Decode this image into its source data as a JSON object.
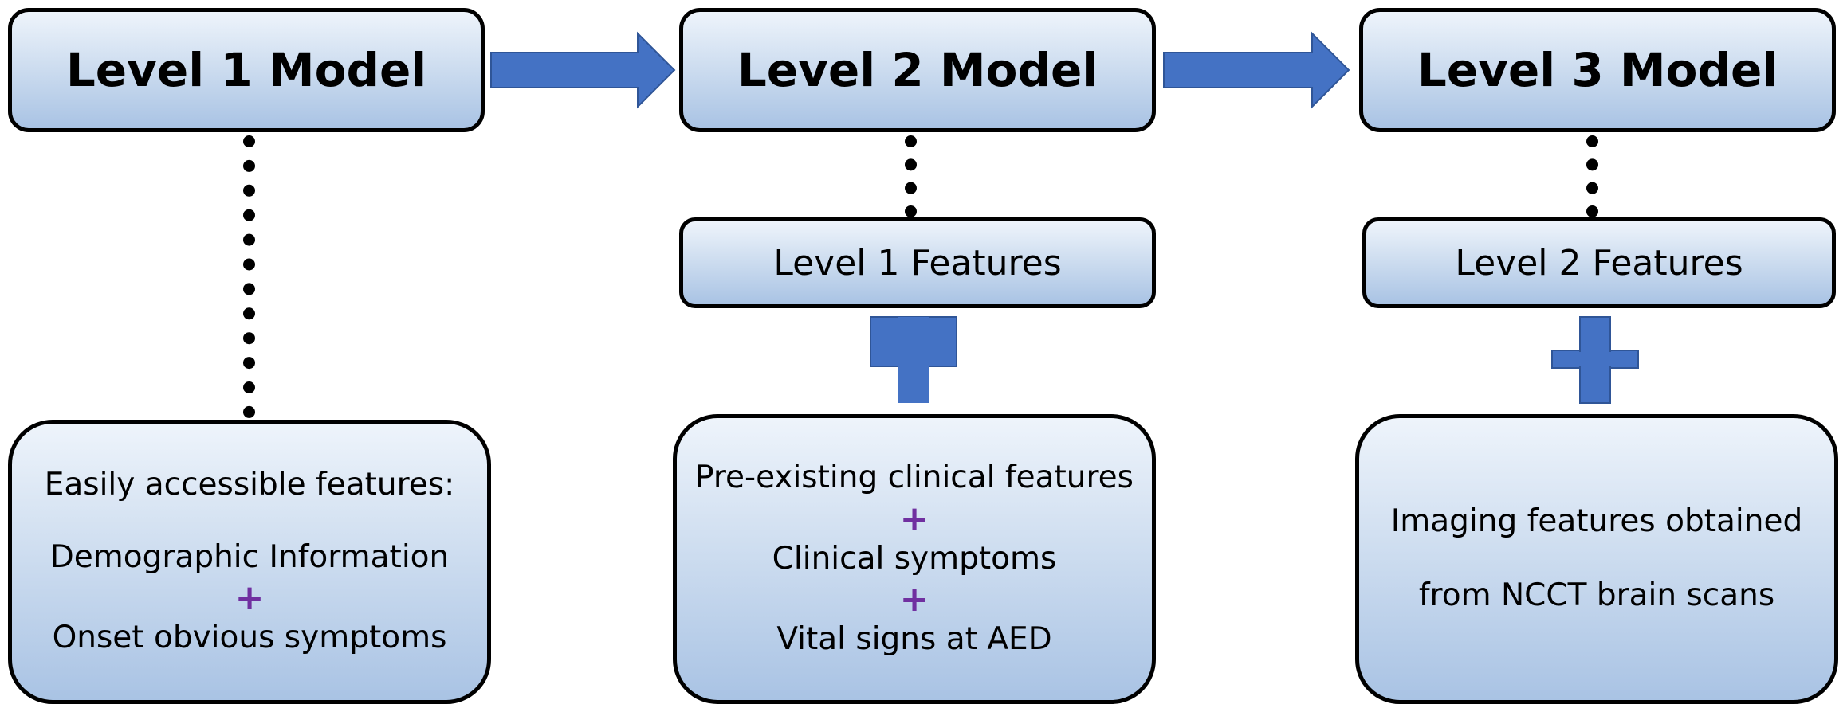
{
  "colors": {
    "arrow": "#4472c4",
    "plus_big": "#4472c4",
    "plus_small": "#7030a0",
    "border": "#000000"
  },
  "models": [
    {
      "label": "Level 1 Model"
    },
    {
      "label": "Level 2 Model"
    },
    {
      "label": "Level 3 Model"
    }
  ],
  "features": [
    {
      "label": "Level 1 Features"
    },
    {
      "label": "Level 2 Features"
    }
  ],
  "details": {
    "level1": {
      "heading": "Easily accessible features:",
      "item1": "Demographic Information",
      "plus": "+",
      "item2": "Onset obvious symptoms"
    },
    "level2": {
      "item1": "Pre-existing clinical features",
      "plus1": "+",
      "item2": "Clinical symptoms",
      "plus2": "+",
      "item3": "Vital signs at AED"
    },
    "level3": {
      "line1": "Imaging features obtained",
      "line2": "from NCCT brain scans"
    }
  },
  "icons": {
    "flow_arrow": "right-arrow-icon",
    "combine": "plus-icon"
  }
}
